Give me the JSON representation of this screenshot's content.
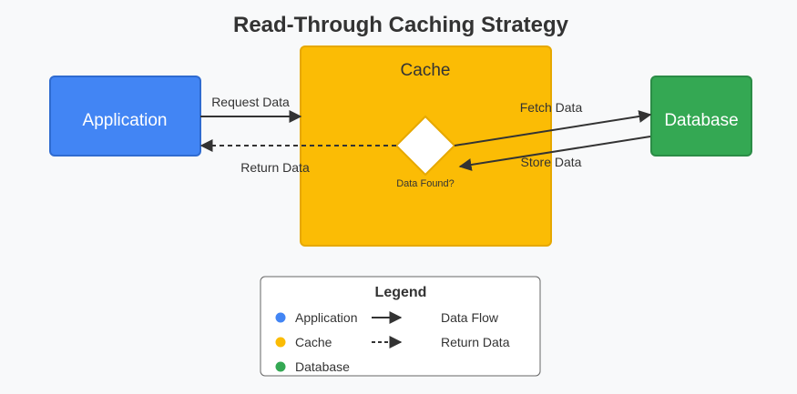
{
  "title": "Read-Through Caching Strategy",
  "colors": {
    "application": "#4285f4",
    "cache": "#fbbc05",
    "database": "#34a853",
    "edge": "#333333"
  },
  "nodes": {
    "application": "Application",
    "cache": "Cache",
    "database": "Database",
    "decision": "Data Found?"
  },
  "edges": {
    "request": "Request Data",
    "return": "Return Data",
    "fetch": "Fetch Data",
    "store": "Store Data"
  },
  "legend": {
    "title": "Legend",
    "items": [
      "Application",
      "Cache",
      "Database"
    ],
    "lines": [
      "Data Flow",
      "Return Data"
    ]
  }
}
